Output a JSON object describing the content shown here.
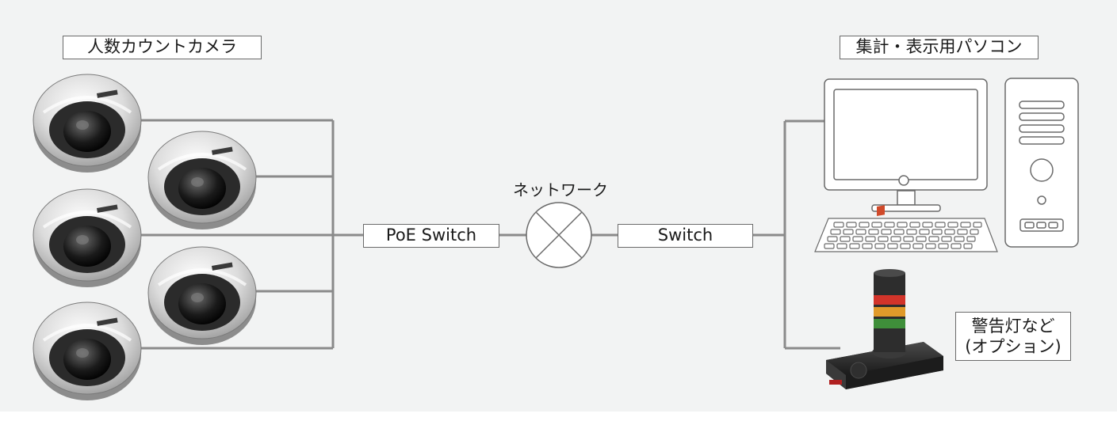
{
  "labels": {
    "cameras": "人数カウントカメラ",
    "pc": "集計・表示用パソコン",
    "network": "ネットワーク",
    "poe_switch": "PoE Switch",
    "switch": "Switch",
    "warning_light_line1": "警告灯など",
    "warning_light_line2": "(オプション)"
  },
  "colors": {
    "background": "#f2f3f3",
    "line": "#8a8a8a",
    "box_border": "#6a6a6a",
    "text": "#1a1a1a",
    "light_red": "#d2342a",
    "light_amber": "#e09a2a",
    "light_green": "#3f8f3a"
  },
  "icons": [
    "dome-camera-icon",
    "network-cloud-icon",
    "monitor-icon",
    "keyboard-icon",
    "pc-tower-icon",
    "signal-tower-light-icon"
  ]
}
